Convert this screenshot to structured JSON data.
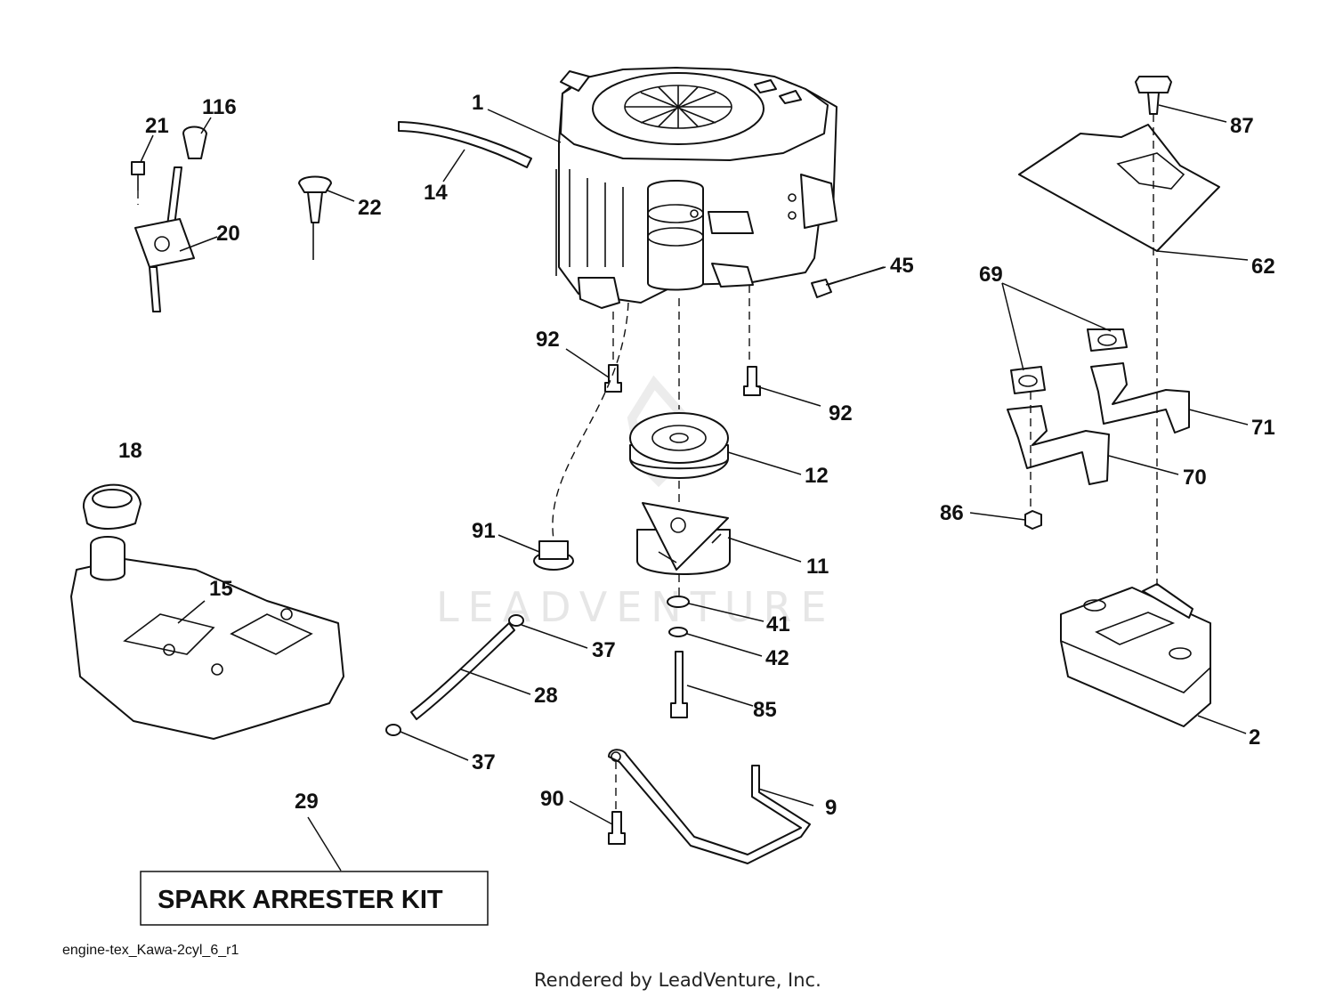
{
  "watermark": "LEADVENTURE",
  "kit_label": "SPARK ARRESTER KIT",
  "diagram_id": "engine-tex_Kawa-2cyl_6_r1",
  "credit": "Rendered by LeadVenture, Inc.",
  "callouts": {
    "c1": "1",
    "c116": "116",
    "c21": "21",
    "c22": "22",
    "c14": "14",
    "c20": "20",
    "c45": "45",
    "c87": "87",
    "c62": "62",
    "c69": "69",
    "c92a": "92",
    "c92b": "92",
    "c71": "71",
    "c18": "18",
    "c12": "12",
    "c70": "70",
    "c91": "91",
    "c86": "86",
    "c11": "11",
    "c15": "15",
    "c41": "41",
    "c37a": "37",
    "c42": "42",
    "c28": "28",
    "c85": "85",
    "c2": "2",
    "c37b": "37",
    "c29": "29",
    "c90": "90",
    "c9": "9"
  }
}
